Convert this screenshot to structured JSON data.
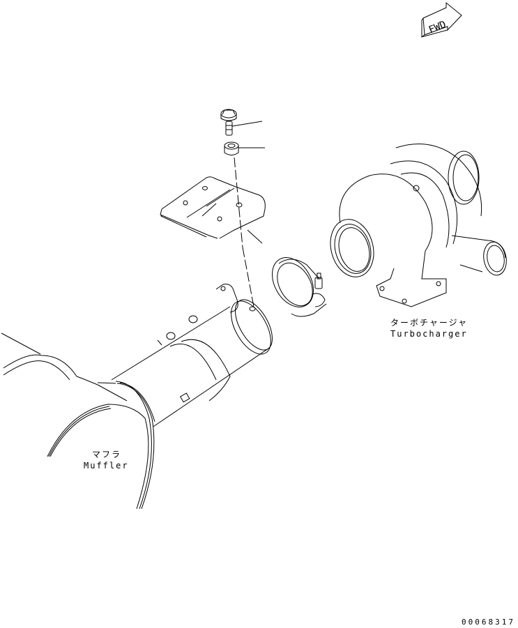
{
  "diagram": {
    "type": "exploded parts illustration",
    "direction_marker": {
      "label": "FWD",
      "icon": "forward-arrow-icon"
    },
    "callouts": [
      {
        "id": "bolt",
        "part": "flange bolt"
      },
      {
        "id": "spacer",
        "part": "collar / spacer"
      },
      {
        "id": "bracket",
        "part": "heat shield bracket"
      }
    ],
    "components": [
      {
        "id": "turbocharger",
        "label_jp": "ターボチャージャ",
        "label_en": "Turbocharger"
      },
      {
        "id": "muffler",
        "label_jp": "マフラ",
        "label_en": "Muffler"
      },
      {
        "id": "clamp",
        "part": "V-band clamp"
      },
      {
        "id": "pipe",
        "part": "exhaust connector pipe"
      }
    ],
    "drawing_number": "00068317"
  },
  "colors": {
    "line": "#000000",
    "background": "#ffffff"
  }
}
